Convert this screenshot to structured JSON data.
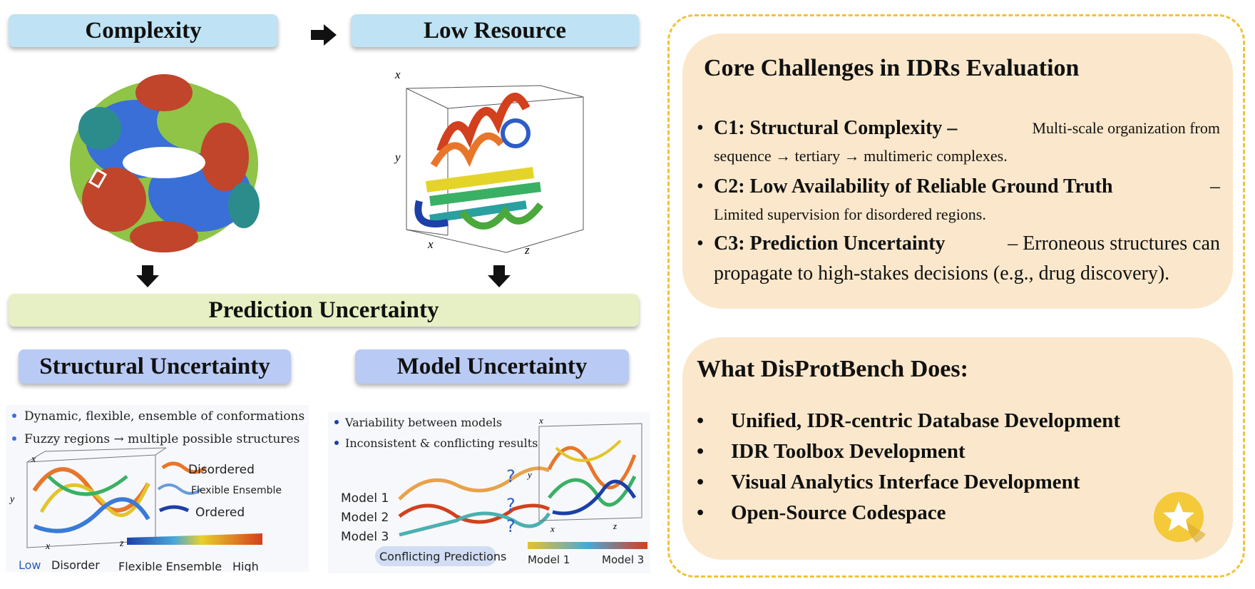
{
  "left": {
    "complexity": "Complexity",
    "low_resource": "Low Resource",
    "prediction_uncertainty": "Prediction Uncertainty",
    "structural_uncertainty": "Structural Uncertainty",
    "model_uncertainty": "Model Uncertainty",
    "axes": {
      "x": "x",
      "y": "y",
      "z": "z"
    },
    "structural_notes": [
      "Dynamic, flexible, ensemble of conformations",
      "Fuzzy regions → multiple possible structures"
    ],
    "legend": {
      "disordered": "Disordered",
      "flexible": "Flexible Ensemble",
      "ordered": "Ordered"
    },
    "scale": {
      "low": "Low",
      "disorder": "Disorder",
      "flexible": "Flexible Ensemble",
      "high": "High"
    },
    "model_notes": [
      "Variability between models",
      "Inconsistent & conflicting results"
    ],
    "models": [
      "Model 1",
      "Model 2",
      "Model 3"
    ],
    "question": "?",
    "conflicting": "Conflicting Predictions",
    "model_scale": {
      "m1": "Model 1",
      "m3": "Model 3"
    }
  },
  "right": {
    "challenges_title": "Core Challenges in IDRs Evaluation",
    "c1_head": "C1: Structural Complexity –",
    "c1_text_a": "Multi-scale organization from",
    "c1_text_b": "sequence → tertiary → multimeric complexes.",
    "c2_head": "C2: Low Availability of Reliable Ground Truth",
    "c2_dash": "–",
    "c2_text": "Limited supervision for disordered regions.",
    "c3_head": "C3: Prediction Uncertainty",
    "c3_text_a": "– Erroneous structures can",
    "c3_text_b": "propagate to high-stakes decisions (e.g., drug discovery).",
    "does_title": "What DisProtBench Does:",
    "does_items": [
      "Unified, IDR-centric Database Development",
      "IDR Toolbox Development",
      "Visual Analytics Interface Development",
      "Open-Source Codespace"
    ]
  },
  "colors": {
    "accent_gold": "#f0c238",
    "card_bg": "#fbe8cc",
    "blue_pill": "#bfe3f4",
    "yellow_pill": "#e7f0c4",
    "violet_pill": "#b9caf4"
  }
}
